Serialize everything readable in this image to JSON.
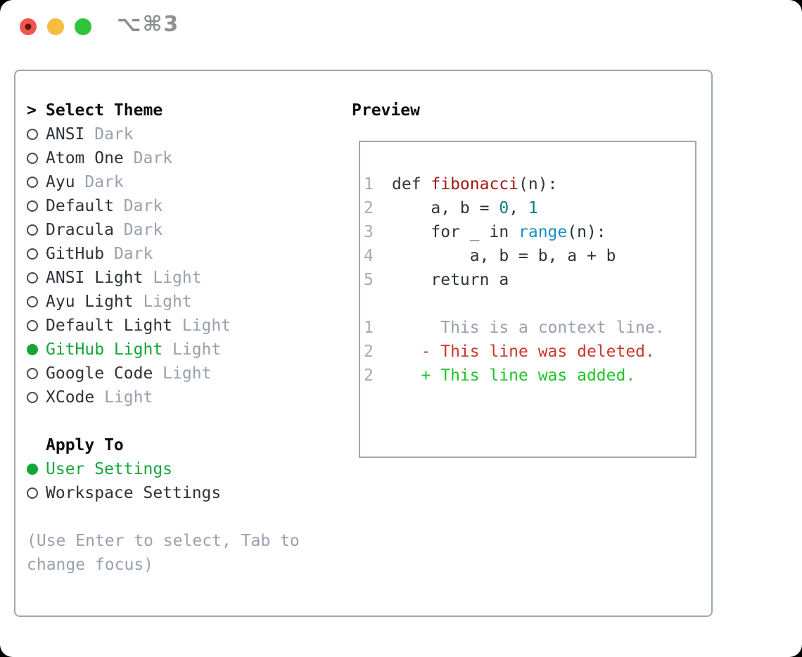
{
  "window": {
    "title": "⌥⌘3",
    "traffic_lights": [
      {
        "name": "close-button",
        "color": "#f0544c",
        "inner_dot": "#601310"
      },
      {
        "name": "minimize-button",
        "color": "#f6bd40",
        "inner_dot": null
      },
      {
        "name": "zoom-button",
        "color": "#32c33c",
        "inner_dot": null
      }
    ]
  },
  "theme_picker": {
    "title_marker": ">",
    "title": "Select Theme",
    "items": [
      {
        "name": "ANSI",
        "variant": "Dark",
        "selected": false
      },
      {
        "name": "Atom One",
        "variant": "Dark",
        "selected": false
      },
      {
        "name": "Ayu",
        "variant": "Dark",
        "selected": false
      },
      {
        "name": "Default",
        "variant": "Dark",
        "selected": false
      },
      {
        "name": "Dracula",
        "variant": "Dark",
        "selected": false
      },
      {
        "name": "GitHub",
        "variant": "Dark",
        "selected": false
      },
      {
        "name": "ANSI Light",
        "variant": "Light",
        "selected": false
      },
      {
        "name": "Ayu Light",
        "variant": "Light",
        "selected": false
      },
      {
        "name": "Default Light",
        "variant": "Light",
        "selected": false
      },
      {
        "name": "GitHub Light",
        "variant": "Light",
        "selected": true
      },
      {
        "name": "Google Code",
        "variant": "Light",
        "selected": false
      },
      {
        "name": "XCode",
        "variant": "Light",
        "selected": false
      }
    ],
    "apply_to": {
      "title": "Apply To",
      "options": [
        {
          "name": "User Settings",
          "selected": true
        },
        {
          "name": "Workspace Settings",
          "selected": false
        }
      ]
    },
    "hint_lines": [
      "(Use Enter to select, Tab to",
      "change focus)"
    ]
  },
  "preview": {
    "title": "Preview",
    "code_lines": [
      {
        "num": "1",
        "segments": [
          {
            "text": "def ",
            "color": "default"
          },
          {
            "text": "fibonacci",
            "color": "function"
          },
          {
            "text": "(n):",
            "color": "default"
          }
        ]
      },
      {
        "num": "2",
        "segments": [
          {
            "text": "    a, b = ",
            "color": "default"
          },
          {
            "text": "0",
            "color": "number"
          },
          {
            "text": ", ",
            "color": "default"
          },
          {
            "text": "1",
            "color": "number"
          }
        ]
      },
      {
        "num": "3",
        "segments": [
          {
            "text": "    for _ in ",
            "color": "default"
          },
          {
            "text": "range",
            "color": "builtin"
          },
          {
            "text": "(n):",
            "color": "default"
          }
        ]
      },
      {
        "num": "4",
        "segments": [
          {
            "text": "        a, b = b, a + b",
            "color": "default"
          }
        ]
      },
      {
        "num": "5",
        "segments": [
          {
            "text": "    return a",
            "color": "default"
          }
        ]
      },
      {
        "num": "",
        "segments": []
      },
      {
        "num": "1",
        "segments": [
          {
            "text": "     This is a context line.",
            "color": "muted"
          }
        ]
      },
      {
        "num": "2",
        "segments": [
          {
            "text": "   - This line was deleted.",
            "color": "deleted"
          }
        ]
      },
      {
        "num": "2",
        "segments": [
          {
            "text": "   + This line was added.",
            "color": "added"
          }
        ]
      }
    ]
  },
  "colors": {
    "selected_green": "#14a53a",
    "added_green": "#21c32a",
    "deleted_red": "#cb372a",
    "function_red": "#a31712",
    "number_teal": "#0b7e82",
    "builtin_blue": "#1b90c8",
    "muted_gray": "#99a1ad",
    "text_dark": "#2e333a",
    "border_gray": "#a0a7b1",
    "line_number": "#a3abb7",
    "title_gray": "#8e9094"
  }
}
